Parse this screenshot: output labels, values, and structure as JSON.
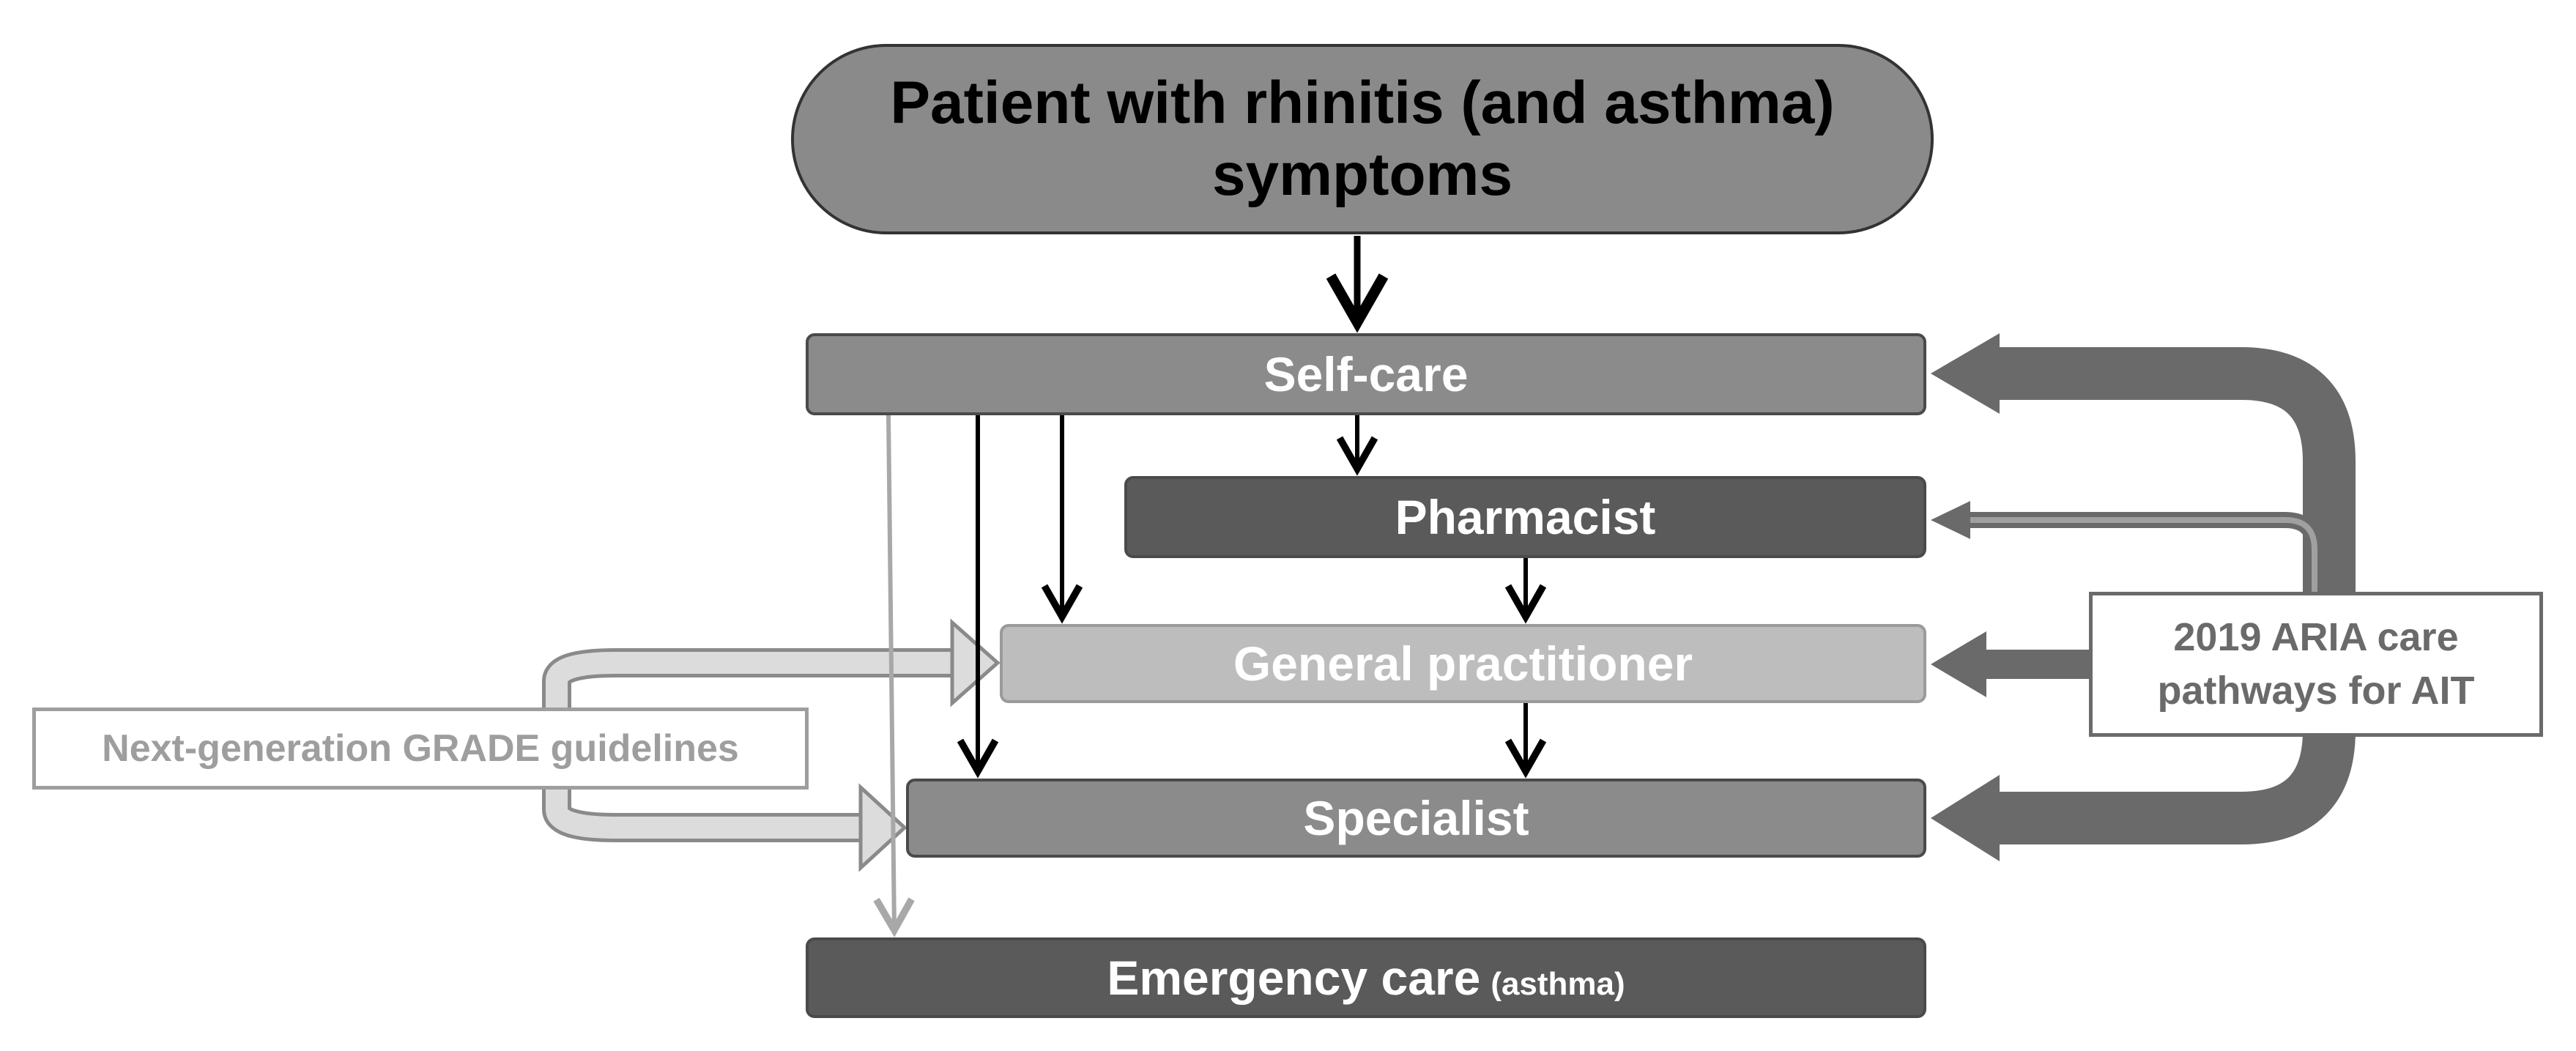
{
  "nodes": {
    "patient": "Patient with rhinitis (and asthma) symptoms",
    "self_care": "Self-care",
    "pharmacist": "Pharmacist",
    "general_practitioner": "General practitioner",
    "specialist": "Specialist",
    "emergency_care": "Emergency care",
    "emergency_care_qualifier": "(asthma)",
    "grade_guidelines": "Next-generation GRADE guidelines",
    "aria_pathways": "2019 ARIA care pathways for AIT"
  },
  "colors": {
    "dark_box": "#5a5a5a",
    "mid_box": "#8b8b8b",
    "light_box": "#bdbdbd",
    "aria_arrow": "#6a6a6a",
    "grade_arrow": "#d6d6d6"
  }
}
